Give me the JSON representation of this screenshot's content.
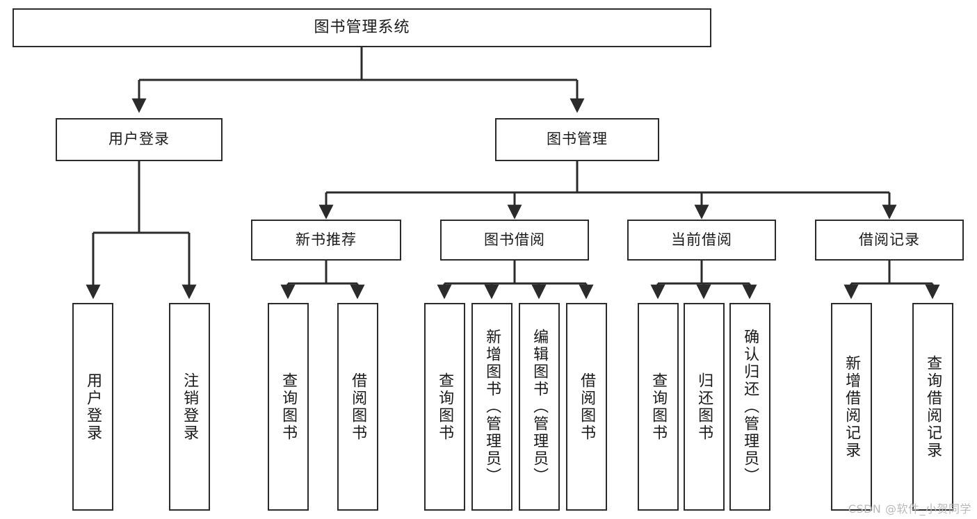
{
  "diagram": {
    "title": "图书管理系统",
    "type": "tree",
    "watermark": "CSDN @软件_小贺同学",
    "colors": {
      "stroke": "#2b2b2b",
      "fill": "#ffffff",
      "text": "#1a1a1a",
      "watermark": "#b9b9b9"
    },
    "nodes": {
      "root": {
        "label": "图书管理系统"
      },
      "level2": [
        {
          "label": "用户登录"
        },
        {
          "label": "图书管理"
        }
      ],
      "level3": [
        {
          "label": "新书推荐"
        },
        {
          "label": "图书借阅"
        },
        {
          "label": "当前借阅"
        },
        {
          "label": "借阅记录"
        }
      ],
      "leaves": {
        "user_login": [
          {
            "label": "用户登录"
          },
          {
            "label": "注销登录"
          }
        ],
        "new_book": [
          {
            "label": "查询图书"
          },
          {
            "label": "借阅图书"
          }
        ],
        "book_borrow": [
          {
            "label": "查询图书"
          },
          {
            "label": "新增图书（管理员）"
          },
          {
            "label": "编辑图书（管理员）"
          },
          {
            "label": "借阅图书"
          }
        ],
        "current_borrow": [
          {
            "label": "查询图书"
          },
          {
            "label": "归还图书"
          },
          {
            "label": "确认归还（管理员）"
          }
        ],
        "borrow_record": [
          {
            "label": "新增借阅记录"
          },
          {
            "label": "查询借阅记录"
          }
        ]
      }
    }
  }
}
